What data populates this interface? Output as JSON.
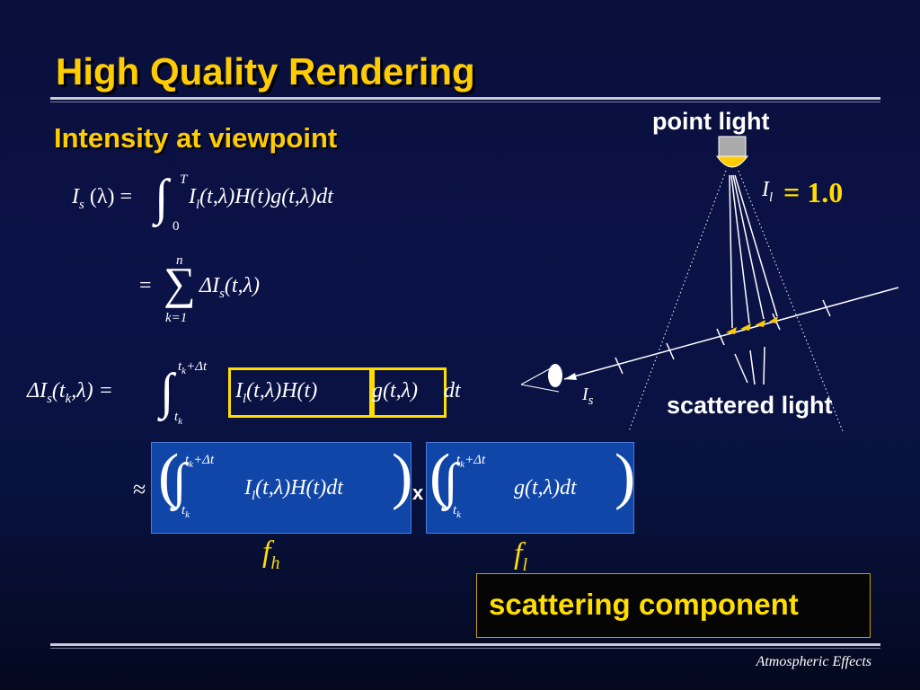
{
  "slide": {
    "title": "High Quality Rendering",
    "subtitle": "Intensity at viewpoint",
    "footer": "Atmospheric Effects"
  },
  "diagram": {
    "point_light_label": "point light",
    "scattered_light_label": "scattered light",
    "il_value": "= 1.0",
    "il_symbol": "I",
    "il_sub": "l",
    "is_symbol": "I",
    "is_sub": "s"
  },
  "equations": {
    "eq1_lhs": "I",
    "eq1_lhs_sub": "s",
    "eq1_lhs_arg": "(λ) =",
    "eq1_upper": "T",
    "eq1_lower": "0",
    "eq1_body": "(t,λ)H(t)g(t,λ)dt",
    "eq1_body_I": "I",
    "eq1_body_sub": "l",
    "eq2_eq": "=",
    "eq2_upper": "n",
    "eq2_lower": "k=1",
    "eq2_body": "ΔI",
    "eq2_body_sub": "s",
    "eq2_body_arg": "(t,λ)",
    "eq3_lhs": "ΔI",
    "eq3_lhs_sub": "s",
    "eq3_lhs_arg1": "(t",
    "eq3_lhs_arg1_sub": "k",
    "eq3_lhs_arg2": ",λ) =",
    "eq3_upper": "t",
    "eq3_upper_sub": "k",
    "eq3_upper_plus": "+Δt",
    "eq3_lower": "t",
    "eq3_lower_sub": "k",
    "eq3_box1_I": "I",
    "eq3_box1_sub": "l",
    "eq3_box1": "(t,λ)H(t)",
    "eq3_box2": "g(t,λ)",
    "eq3_tail": "dt",
    "approx": "≈",
    "times": "x",
    "box1_upper": "t",
    "box1_upper_sub": "k",
    "box1_upper_plus": "+Δt",
    "box1_lower": "t",
    "box1_lower_sub": "k",
    "box1_I": "I",
    "box1_sub": "l",
    "box1_body": "(t,λ)H(t)dt",
    "box2_upper": "t",
    "box2_upper_sub": "k",
    "box2_upper_plus": "+Δt",
    "box2_lower": "t",
    "box2_lower_sub": "k",
    "box2_body": "g(t,λ)dt",
    "fh": "f",
    "fh_sub": "h",
    "fl": "f",
    "fl_sub": "l"
  },
  "callout": {
    "text": "scattering component"
  },
  "colors": {
    "title": "#ffcc00",
    "box_blue": "#1046a8",
    "highlight": "#ffdd00",
    "arrow_yellow": "#ffc800"
  }
}
